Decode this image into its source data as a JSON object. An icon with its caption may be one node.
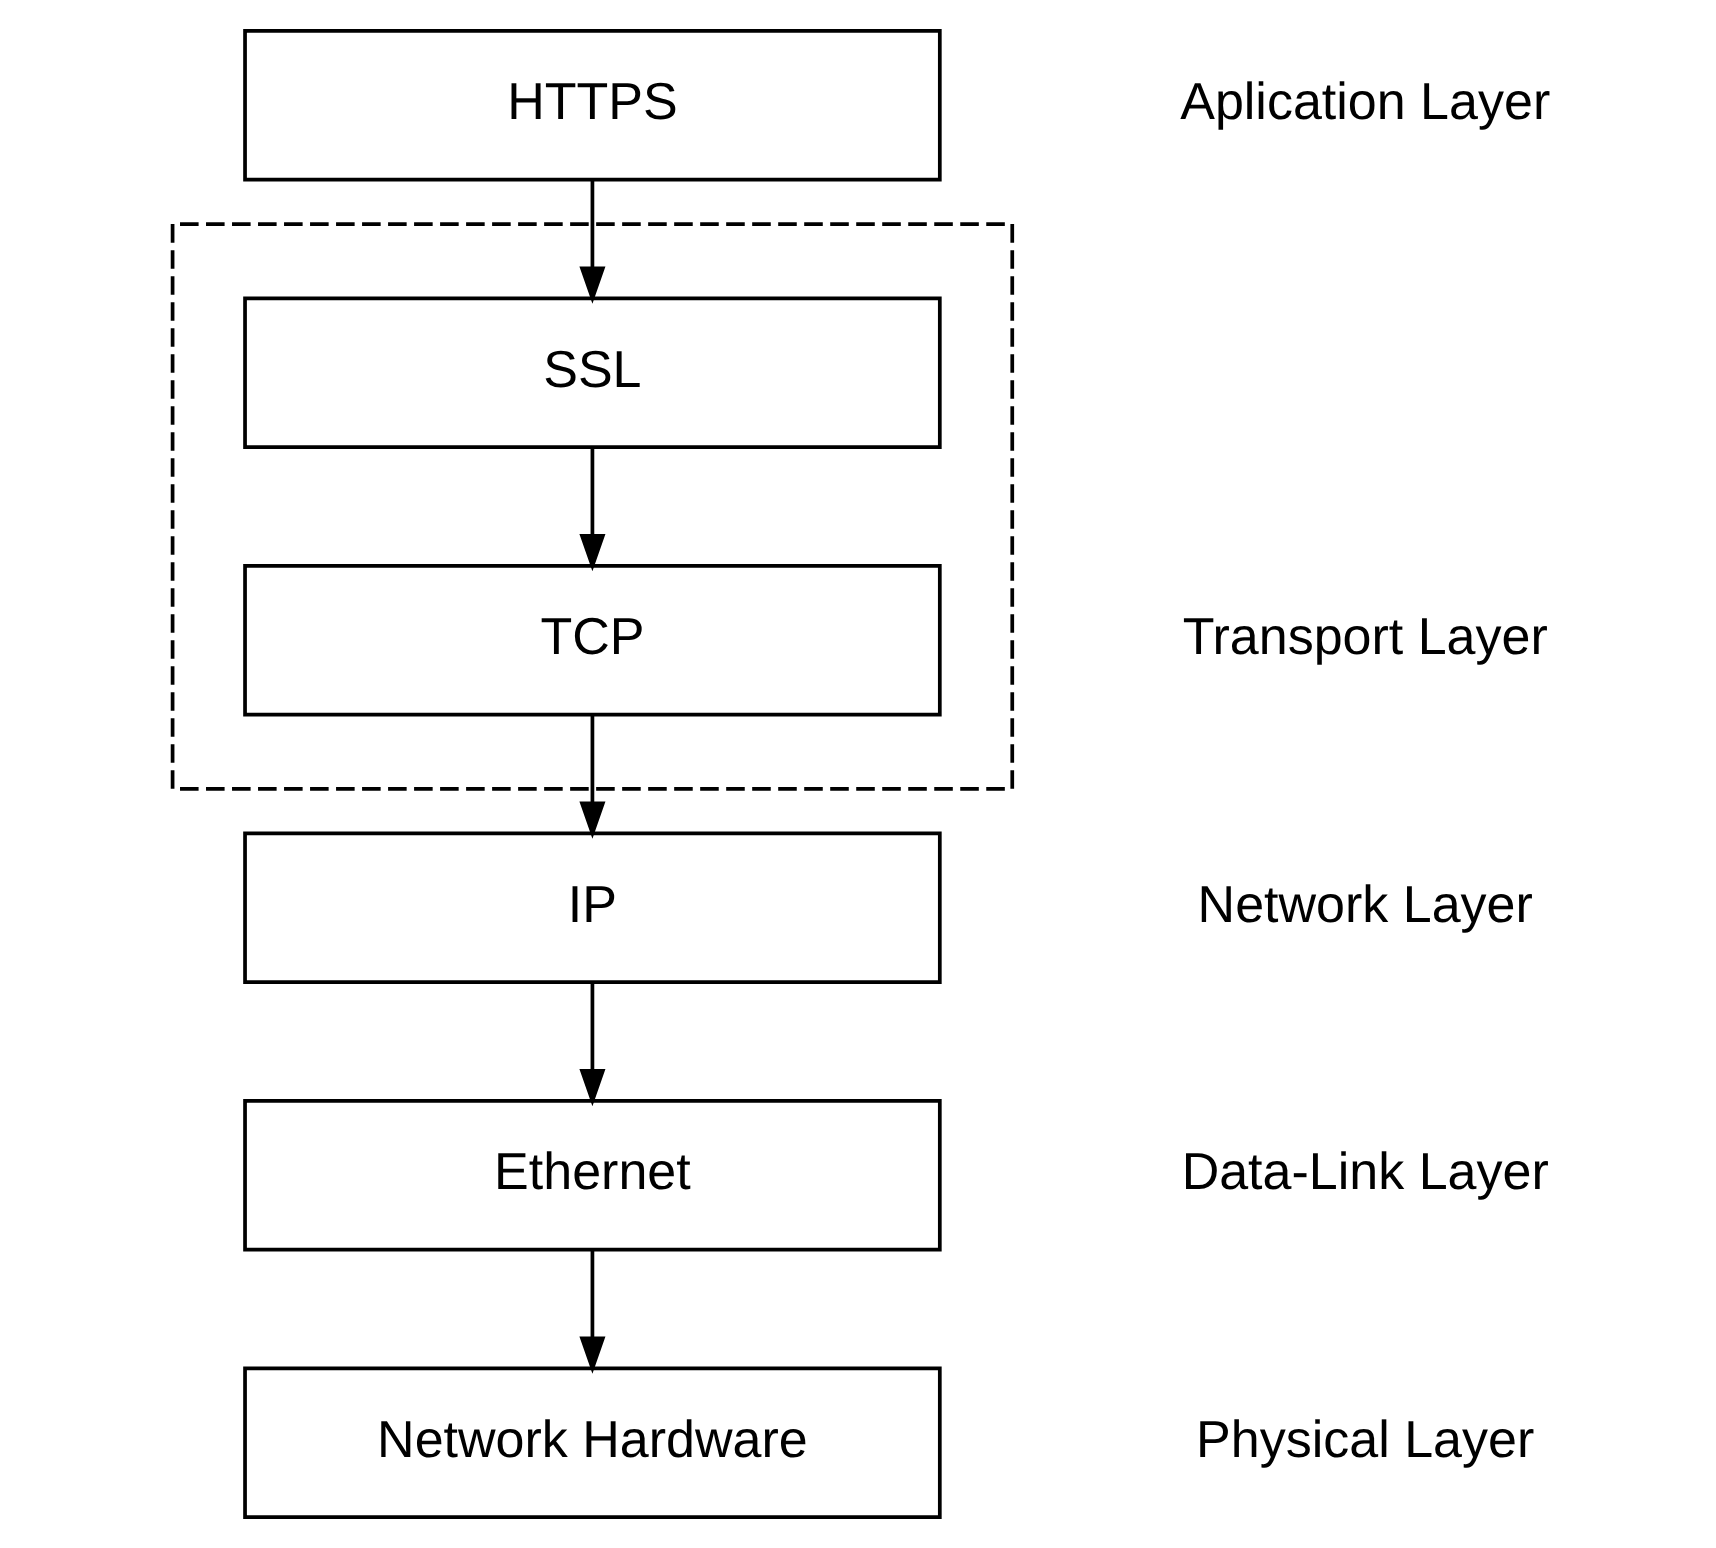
{
  "diagram": {
    "nodes": [
      {
        "text": [
          "HTTPS"
        ]
      },
      {
        "text": [],
        "shape": "box"
      },
      {
        "text": [
          "SSL"
        ],
        "in": 1
      },
      {
        "text": [
          "TCP"
        ],
        "in": 1
      },
      {
        "text": [
          "IP"
        ]
      },
      {
        "text": [
          "Ethernet"
        ]
      },
      {
        "text": [
          "Network Hardware"
        ]
      }
    ],
    "edges": [
      {
        "from": 0,
        "to": 2,
        "arrow": "to"
      },
      {
        "from": 2,
        "to": 3,
        "arrow": "to"
      },
      {
        "from": 3,
        "to": 4,
        "arrow": "to"
      },
      {
        "from": 4,
        "to": 5,
        "arrow": "to"
      },
      {
        "from": 5,
        "to": 6,
        "arrow": "to"
      }
    ],
    "labels": [
      "Aplication Layer",
      "Transport Layer",
      "Network Layer",
      "Data-Link Layer",
      "Physical Layer"
    ]
  }
}
